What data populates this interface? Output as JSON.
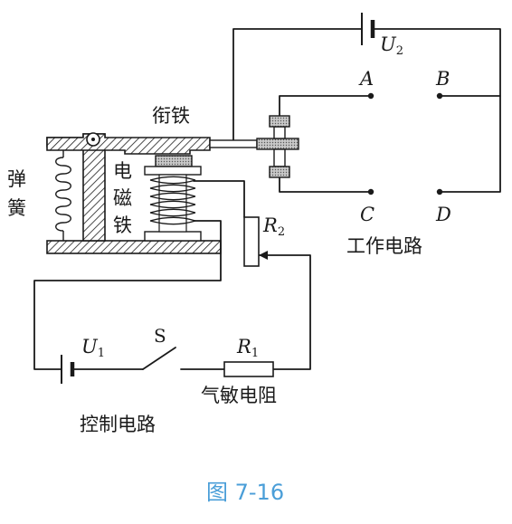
{
  "labels": {
    "armature": "衔铁",
    "spring_1": "弹",
    "spring_2": "簧",
    "magnet_1": "电",
    "magnet_2": "磁",
    "magnet_3": "铁",
    "working_circuit": "工作电路",
    "control_circuit": "控制电路",
    "gas_resistor": "气敏电阻",
    "switch": "S",
    "contact_a": "A",
    "contact_b": "B",
    "contact_c": "C",
    "contact_d": "D",
    "u2_letter": "U",
    "u2_sub": "2",
    "u1_letter": "U",
    "u1_sub": "1",
    "r1_letter": "R",
    "r1_sub": "1",
    "r2_letter": "R",
    "r2_sub": "2",
    "caption": "图 7-16"
  },
  "colors": {
    "line": "#1a1a1a",
    "caption": "#4a9ed8"
  }
}
